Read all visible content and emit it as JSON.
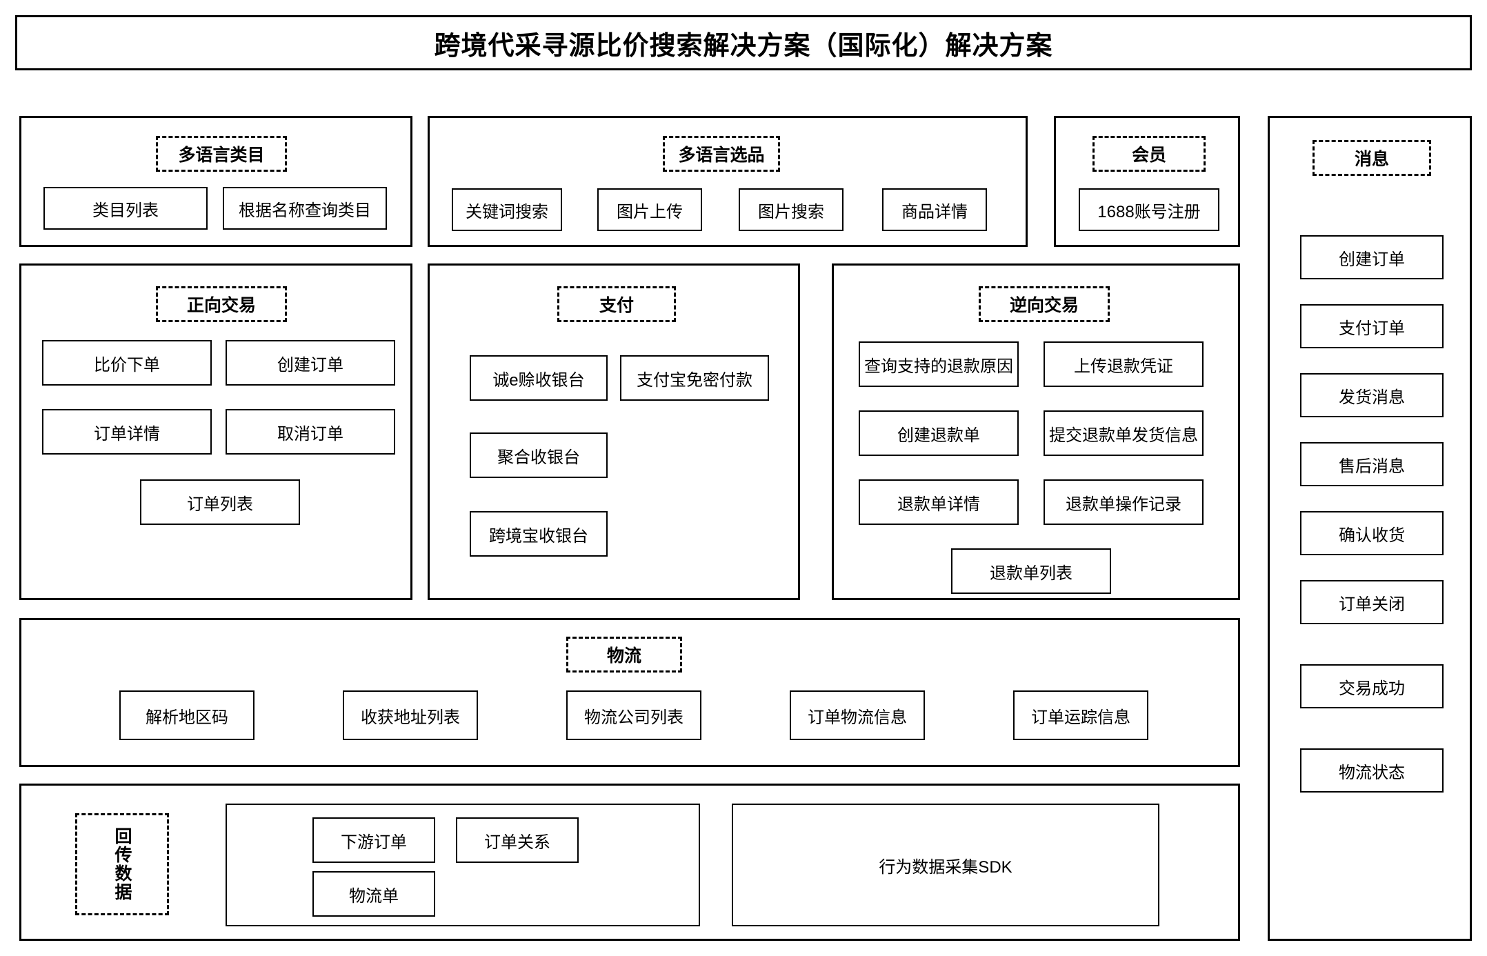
{
  "header": {
    "title": "跨境代采寻源比价搜索解决方案（国际化）解决方案"
  },
  "groups": {
    "multilang_category": {
      "label": "多语言类目",
      "items": [
        {
          "label": "类目列表"
        },
        {
          "label": "根据名称查询类目"
        }
      ]
    },
    "multilang_selection": {
      "label": "多语言选品",
      "items": [
        {
          "label": "关键词搜索"
        },
        {
          "label": "图片上传"
        },
        {
          "label": "图片搜索"
        },
        {
          "label": "商品详情"
        }
      ]
    },
    "member": {
      "label": "会员",
      "items": [
        {
          "label": "1688账号注册"
        }
      ]
    },
    "message": {
      "label": "消息",
      "items": [
        {
          "label": "创建订单"
        },
        {
          "label": "支付订单"
        },
        {
          "label": "发货消息"
        },
        {
          "label": "售后消息"
        },
        {
          "label": "确认收货"
        },
        {
          "label": "订单关闭"
        },
        {
          "label": "交易成功"
        },
        {
          "label": "物流状态"
        }
      ]
    },
    "forward_trade": {
      "label": "正向交易",
      "items": [
        {
          "label": "比价下单"
        },
        {
          "label": "创建订单"
        },
        {
          "label": "订单详情"
        },
        {
          "label": "取消订单"
        },
        {
          "label": "订单列表"
        }
      ]
    },
    "payment": {
      "label": "支付",
      "items": [
        {
          "label": "诚e赊收银台"
        },
        {
          "label": "支付宝免密付款"
        },
        {
          "label": "聚合收银台"
        },
        {
          "label": "跨境宝收银台"
        }
      ]
    },
    "reverse_trade": {
      "label": "逆向交易",
      "items": [
        {
          "label": "查询支持的退款原因"
        },
        {
          "label": "上传退款凭证"
        },
        {
          "label": "创建退款单"
        },
        {
          "label": "提交退款单发货信息"
        },
        {
          "label": "退款单详情"
        },
        {
          "label": "退款单操作记录"
        },
        {
          "label": "退款单列表"
        }
      ]
    },
    "logistics": {
      "label": "物流",
      "items": [
        {
          "label": "解析地区码"
        },
        {
          "label": "收获地址列表"
        },
        {
          "label": "物流公司列表"
        },
        {
          "label": "订单物流信息"
        },
        {
          "label": "订单运踪信息"
        }
      ]
    },
    "callback_data": {
      "label": "回传数据",
      "items": [
        {
          "label": "下游订单"
        },
        {
          "label": "订单关系"
        },
        {
          "label": "物流单"
        },
        {
          "label": "行为数据采集SDK"
        }
      ]
    }
  },
  "colors": {
    "stroke": "#000000",
    "background": "#ffffff"
  }
}
